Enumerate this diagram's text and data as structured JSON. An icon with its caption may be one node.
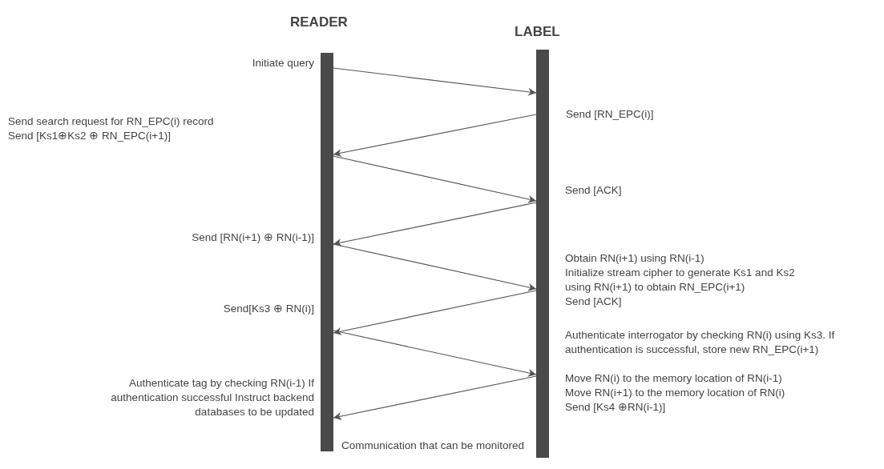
{
  "diagram": {
    "nodes": [
      {
        "text": [
          "READER"
        ]
      },
      {
        "text": [
          "LABEL"
        ]
      }
    ],
    "edges": [
      {
        "from": 0,
        "to": 1,
        "arrow": "to"
      },
      {
        "from": 1,
        "to": 0,
        "arrow": "to"
      },
      {
        "from": 0,
        "to": 1,
        "arrow": "to"
      },
      {
        "from": 1,
        "to": 0,
        "arrow": "to"
      },
      {
        "from": 0,
        "to": 1,
        "arrow": "to"
      },
      {
        "from": 1,
        "to": 0,
        "arrow": "to"
      },
      {
        "from": 0,
        "to": 1,
        "arrow": "to"
      },
      {
        "from": 1,
        "to": 0,
        "arrow": "to"
      }
    ],
    "labels": [
      "Initiate query",
      "Send [RN_EPC(i)]",
      "Send search request for RN_EPC(i) record",
      "Send [Ks1⊕Ks2 ⊕ RN_EPC(i+1)]",
      "Send [ACK]",
      "Send [RN(i+1) ⊕ RN(i-1)]",
      "Obtain RN(i+1) using RN(i-1)",
      "Initialize stream cipher to generate Ks1 and Ks2 using RN(i+1) to obtain RN_EPC(i+1)",
      "Send [ACK]",
      "Send[Ks3 ⊕ RN(i)]",
      "Authenticate interrogator by checking RN(i) using Ks3. If authentication is successful, store new RN_EPC(i+1)",
      "Authenticate tag by checking RN(i-1) If authentication successful Instruct backend databases to be updated",
      "Move RN(i) to the memory location of RN(i-1)",
      "Move RN(i+1) to the memory location of RN(i)",
      "Send [Ks4 ⊕RN(i-1)]",
      "Communication that can be monitored"
    ]
  }
}
